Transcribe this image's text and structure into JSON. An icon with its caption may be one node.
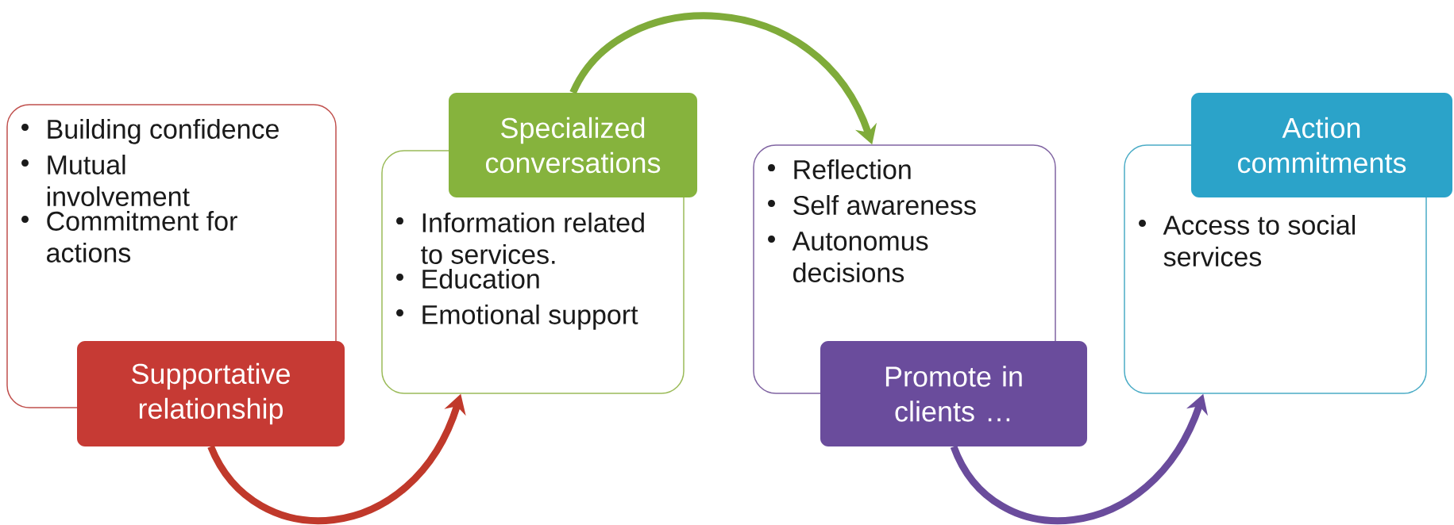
{
  "diagram": {
    "nodes": [
      {
        "text": [
          "Building confidence",
          "Mutual involvement",
          "Commitment for actions"
        ]
      },
      {
        "text": [
          "Supportative relationship"
        ]
      },
      {
        "text": [
          "Information related to services.",
          "Education",
          "Emotional support"
        ]
      },
      {
        "text": [
          "Specialized conversations"
        ]
      },
      {
        "text": [
          "Reflection",
          "Self awareness",
          "Autonomus decisions"
        ]
      },
      {
        "text": [
          "Promote in clients …"
        ]
      },
      {
        "text": [
          "Access to social services"
        ]
      },
      {
        "text": [
          "Action commitments"
        ]
      }
    ],
    "edges": [
      {
        "from": 1,
        "to": 2,
        "arrow": "to",
        "color": "#c0392b"
      },
      {
        "from": 3,
        "to": 4,
        "arrow": "to",
        "color": "#7fab3a"
      },
      {
        "from": 5,
        "to": 6,
        "arrow": "to",
        "color": "#6a4c9c"
      }
    ]
  }
}
